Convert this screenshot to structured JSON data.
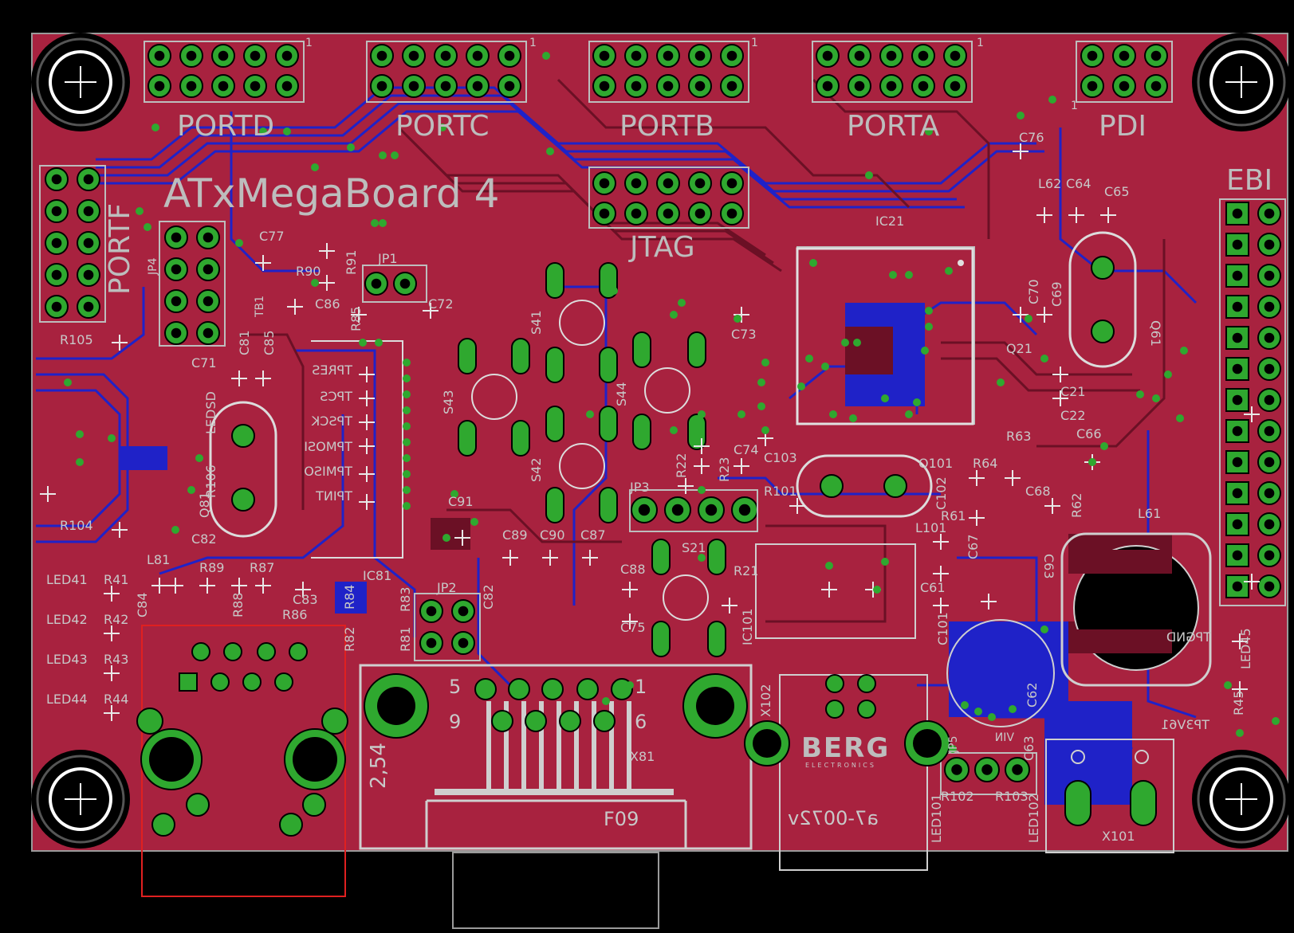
{
  "board": {
    "title": "ATxMegaBoard 4",
    "revision": "a7-0072v",
    "colors": {
      "background": "#000000",
      "top_copper": "#a8223f",
      "bottom_copper": "#1f22c8",
      "pad": "#2fa82f",
      "silkscreen": "#c8c8c8",
      "outline_red": "#e02020"
    }
  },
  "headers": {
    "portd": "PORTD",
    "portc": "PORTC",
    "portb": "PORTB",
    "porta": "PORTA",
    "pdi": "PDI",
    "portf": "PORTF",
    "jtag": "JTAG",
    "ebi": "EBI",
    "pin1": "1"
  },
  "components": {
    "ic21": "IC21",
    "ic81": "IC81",
    "ic101": "IC101",
    "jp1": "JP1",
    "jp2": "JP2",
    "jp3": "JP3",
    "jp4": "JP4",
    "jp5": "JP5",
    "s21": "S21",
    "s41": "S41",
    "s42": "S42",
    "s43": "S43",
    "s44": "S44",
    "q21": "Q21",
    "q61": "Q61",
    "q81": "Q81",
    "q101": "Q101",
    "l61": "L61",
    "l62": "L62",
    "l81": "L81",
    "l101": "L101",
    "x81": "X81",
    "x101": "X101",
    "x102": "X102",
    "f09": "F09",
    "pitch": "2,54",
    "berg": "BERG",
    "electronics": "ELECTRONICS"
  },
  "caps": {
    "c21": "C21",
    "c22": "C22",
    "c61": "C61",
    "c62": "C62",
    "c63": "C63",
    "c64": "C64",
    "c65": "C65",
    "c66": "C66",
    "c67": "C67",
    "c68": "C68",
    "c69": "C69",
    "c70": "C70",
    "c71": "C71",
    "c72": "C72",
    "c73": "C73",
    "c74": "C74",
    "c75": "C75",
    "c76": "C76",
    "c77": "C77",
    "c81": "C81",
    "c82": "C82",
    "c82b": "C82",
    "c83": "C83",
    "c84": "C84",
    "c85": "C85",
    "c86": "C86",
    "c87": "C87",
    "c88": "C88",
    "c89": "C89",
    "c90": "C90",
    "c91": "C91",
    "c101": "C101",
    "c102": "C102",
    "c103": "C103"
  },
  "resistors": {
    "r21": "R21",
    "r22": "R22",
    "r23": "R23",
    "r41": "R41",
    "r42": "R42",
    "r43": "R43",
    "r44": "R44",
    "r45": "R45",
    "r61": "R61",
    "r62": "R62",
    "r63": "R63",
    "r64": "R64",
    "r81": "R81",
    "r82": "R82",
    "r83": "R83",
    "r84": "R84",
    "r85": "R85",
    "r86": "R86",
    "r87": "R87",
    "r88": "R88",
    "r89": "R89",
    "r90": "R90",
    "r91": "R91",
    "r101": "R101",
    "r102": "R102",
    "r103": "R103",
    "r104": "R104",
    "r105": "R105",
    "r106": "R106"
  },
  "leds": {
    "led41": "LED41",
    "led42": "LED42",
    "led43": "LED43",
    "led44": "LED44",
    "led45": "LED45",
    "led101": "LED101",
    "led102": "LED102",
    "ledsd": "LEDSD"
  },
  "testpoints": {
    "tpres": "TPRES",
    "tpcs": "TPCS",
    "tpsck": "TPSCK",
    "tpmosi": "TPMOSI",
    "tpmiso": "TPMISO",
    "tpint": "TPINT",
    "tpgnd": "TPGND",
    "tp3v61": "TP3V61",
    "tb1": "TB1",
    "vin": "VIN"
  },
  "dsub": {
    "pin5": "5",
    "pin1": "1",
    "pin9": "9",
    "pin6": "6"
  }
}
